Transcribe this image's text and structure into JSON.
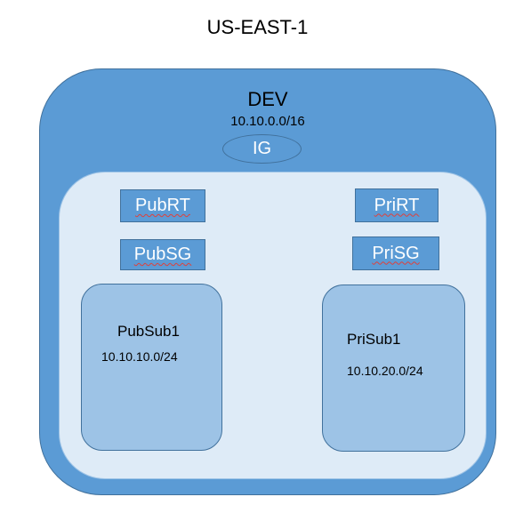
{
  "region": {
    "title": "US-EAST-1"
  },
  "vpc": {
    "name": "DEV",
    "cidr": "10.10.0.0/16",
    "gateway_label": "IG"
  },
  "public": {
    "route_table": "PubRT",
    "security_group": "PubSG",
    "subnet_name": "PubSub1",
    "subnet_cidr": "10.10.10.0/24"
  },
  "private": {
    "route_table": "PriRT",
    "security_group": "PriSG",
    "subnet_name": "PriSub1",
    "subnet_cidr": "10.10.20.0/24"
  },
  "colors": {
    "vpc_fill": "#5b9bd5",
    "vpc_border": "#41719c",
    "inner_fill": "#deebf7",
    "subnet_fill": "#9dc3e6",
    "spell_underline": "#e0403a"
  }
}
